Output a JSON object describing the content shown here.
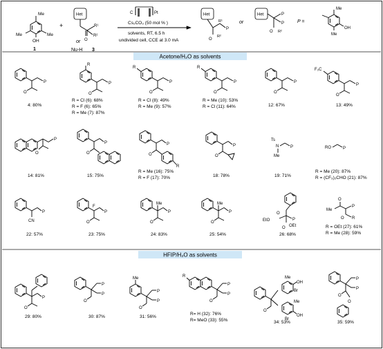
{
  "scheme": {
    "reactant_1_label": "1",
    "plus": "+",
    "or": "or",
    "nucleophile": "Nu-H",
    "reactant_3_label": "3",
    "het": "Het",
    "conditions": {
      "electrodes_c": "C",
      "electrodes_pt": "Pt",
      "base": "Cs₂CO₃ (50 mol % )",
      "solvent_time": "solvents, RT, 6.5 h",
      "cell": "undivided cell, CCE at 3.0 mA",
      "rt": "RT"
    },
    "p_def": "P ="
  },
  "sections": [
    {
      "title": "Acetone/H₂O as solvents"
    },
    {
      "title": "HFIP/H₂O as solvents"
    }
  ],
  "products": [
    {
      "label": "4: 80%"
    },
    {
      "label": "R = Cl (6): 68%"
    },
    {
      "label": "R = F (6): 65%"
    },
    {
      "label": "R = Me (7): 87%"
    },
    {
      "label": "R = Cl (8): 49%"
    },
    {
      "label": "R = Me (9): 57%"
    },
    {
      "label": "R = Me (10): 53%"
    },
    {
      "label": "R = Cl (11): 64%"
    },
    {
      "label": "12: 67%"
    },
    {
      "label": "13: 49%"
    },
    {
      "label": "14: 81%"
    },
    {
      "label": "15: 75%"
    },
    {
      "label": "R = Me (16): 75%"
    },
    {
      "label": "R = F (17): 70%"
    },
    {
      "label": "18: 78%"
    },
    {
      "label": "19: 71%"
    },
    {
      "label": "R = Me (20): 87%"
    },
    {
      "label": "R = (CF₃)₂CHO (21): 87%"
    },
    {
      "label": "22: 57%"
    },
    {
      "label": "23: 75%"
    },
    {
      "label": "24: 83%"
    },
    {
      "label": "25: 54%"
    },
    {
      "label": "26: 68%"
    },
    {
      "label": "R = OEt (27): 61%"
    },
    {
      "label": "R = Me (28): 59%"
    },
    {
      "label": "29: 80%"
    },
    {
      "label": "30: 87%"
    },
    {
      "label": "31: 56%"
    },
    {
      "label": "R= H (32): 76%"
    },
    {
      "label": "R= MeO (33): 55%"
    },
    {
      "label": "34: 53%"
    },
    {
      "label": "35: 59%"
    }
  ],
  "atoms": {
    "P": "P",
    "R": "R",
    "O": "O",
    "N": "N",
    "Me": "Me",
    "OH": "OH",
    "Br": "Br",
    "F": "F",
    "CF3": "F₃C",
    "Ts": "Ts",
    "CN": "CN",
    "EtO": "EtO",
    "OEt": "OEt",
    "RO": "RO",
    "R1": "R¹",
    "R2": "R²"
  }
}
